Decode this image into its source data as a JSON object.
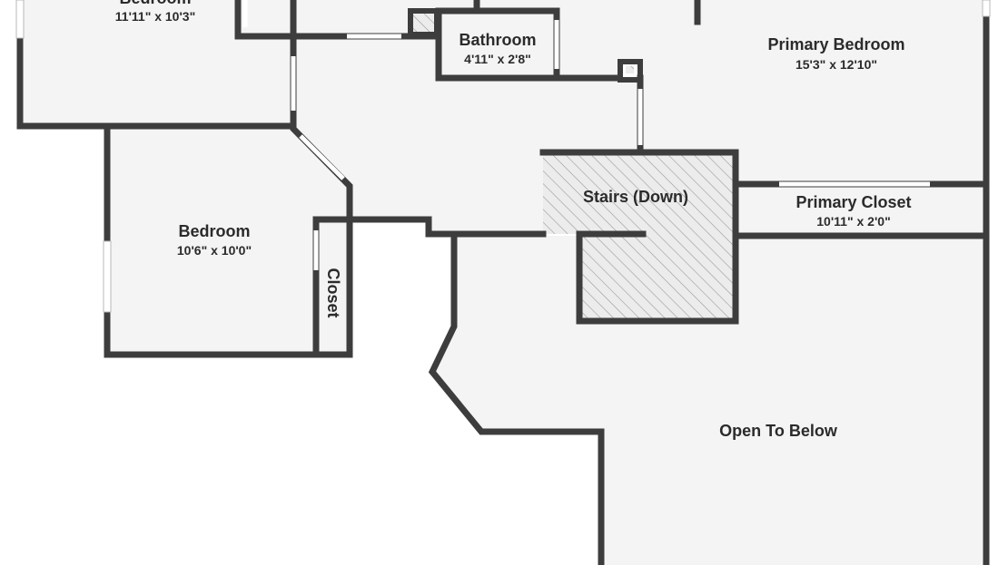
{
  "rooms": {
    "bedroom_top": {
      "name": "Bedroom",
      "dims": "11'11\" x 10'3\""
    },
    "bathroom": {
      "name": "Bathroom",
      "dims": "4'11\" x 2'8\""
    },
    "primary_bedroom": {
      "name": "Primary Bedroom",
      "dims": "15'3\" x 12'10\""
    },
    "stairs": {
      "name": "Stairs (Down)"
    },
    "primary_closet": {
      "name": "Primary Closet",
      "dims": "10'11\" x 2'0\""
    },
    "bedroom_left": {
      "name": "Bedroom",
      "dims": "10'6\" x 10'0\""
    },
    "closet": {
      "name": "Closet"
    },
    "open_to_below": {
      "name": "Open To Below"
    }
  },
  "colors": {
    "wall": "#3d3d3d",
    "floor": "#f4f4f4",
    "background": "#ffffff",
    "hatch": "#9a9a9a"
  }
}
